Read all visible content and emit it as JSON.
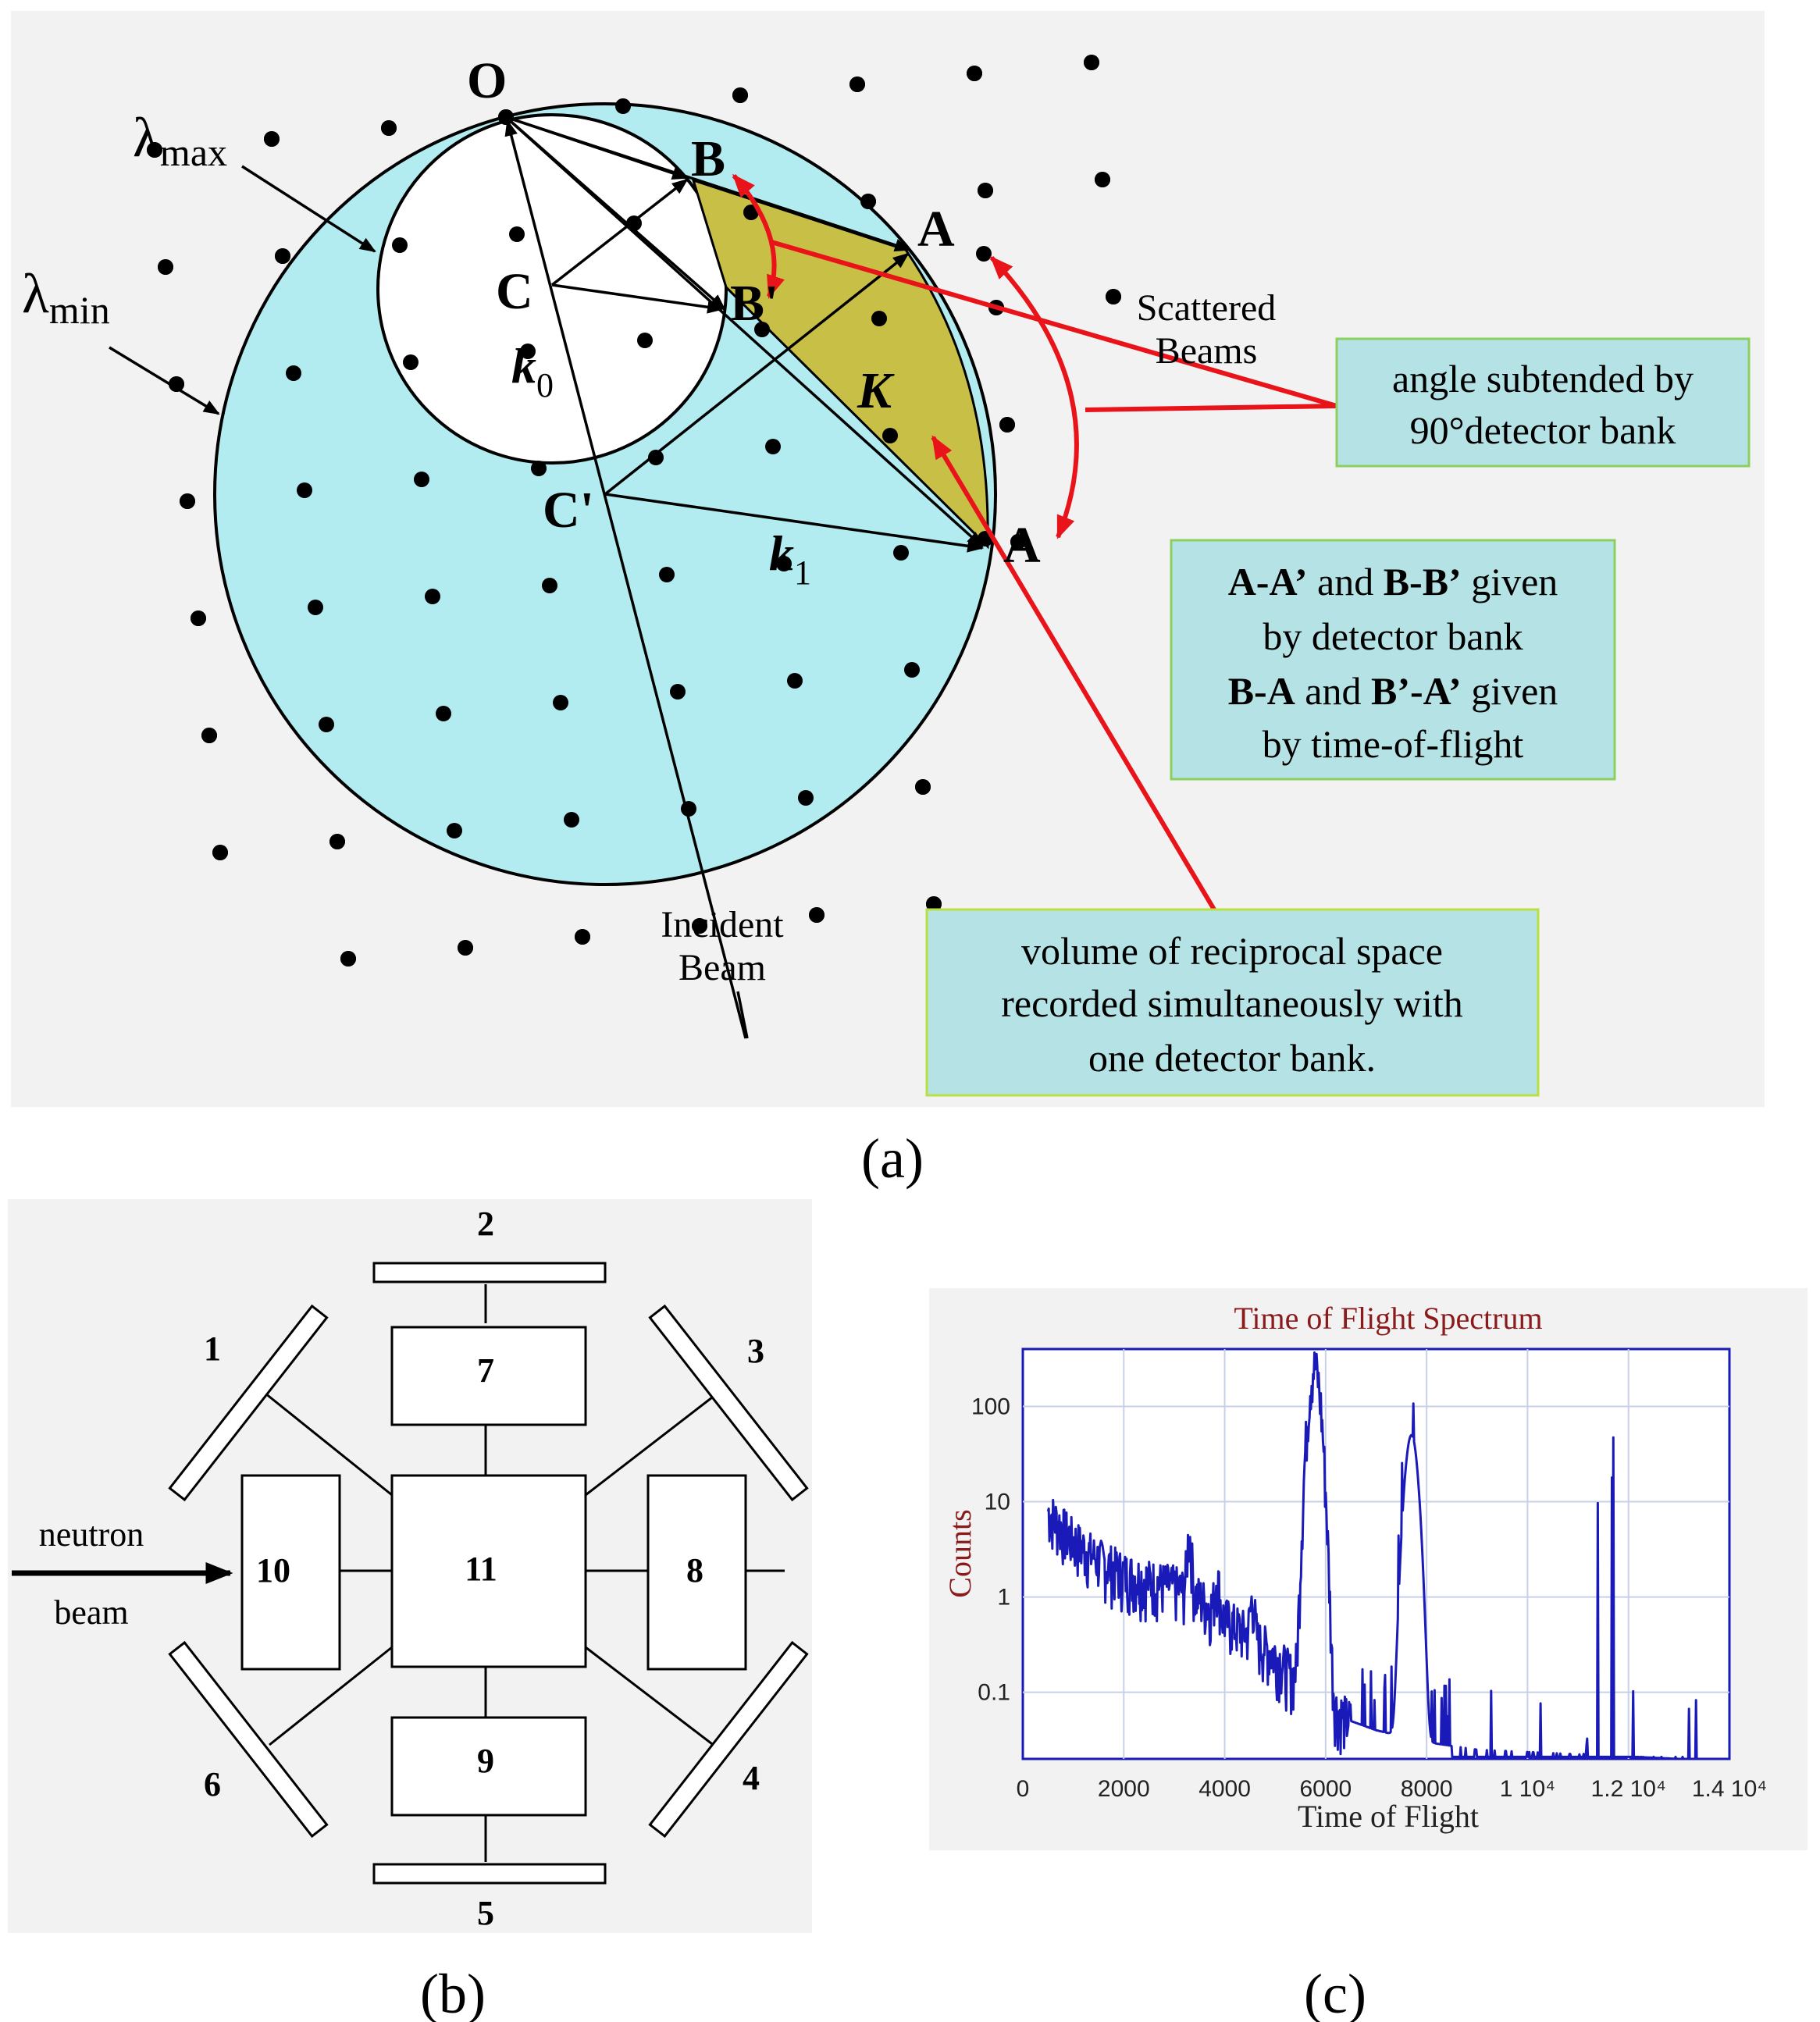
{
  "panel_a": {
    "caption": "(a)",
    "lambda_max_sym": "λ",
    "lambda_max_sub": "max",
    "lambda_min_sym": "λ",
    "lambda_min_sub": "min",
    "point_O": "O",
    "point_B": "B",
    "point_B_prime": "B'",
    "point_A": "A",
    "point_A_prime": "A",
    "point_C": "C",
    "point_C_prime": "C'",
    "k0_sym": "k",
    "k0_sub": "0",
    "k1_sym": "k",
    "k1_sub": "1",
    "K_label": "K",
    "scattered_line1": "Scattered",
    "scattered_line2": "Beams",
    "incident_line1": "Incident",
    "incident_line2": "Beam",
    "box_angle_line1": "angle subtended by",
    "box_angle_line2": "90°detector bank",
    "box_given": {
      "l1_bold1": "A-A’",
      "l1_mid": " and ",
      "l1_bold2": "B-B’",
      "l1_end": " given",
      "l2": "by detector bank",
      "l3_bold1": "B-A",
      "l3_mid": " and ",
      "l3_bold2": "B’-A’",
      "l3_end": " given",
      "l4": "by time-of-flight"
    },
    "box_volume_line1": "volume of reciprocal space",
    "box_volume_line2": "recorded simultaneously with",
    "box_volume_line3": "one detector bank.",
    "colors": {
      "sphere_fill": "#b2ecf0",
      "wedge_fill": "#c8c046",
      "arrow_red": "#e8141a",
      "box_fill": "#b5e3e5",
      "box_border": "#8ad060"
    }
  },
  "panel_b": {
    "caption": "(b)",
    "bank_labels": [
      "1",
      "2",
      "3",
      "4",
      "5",
      "6"
    ],
    "box_labels": [
      "7",
      "8",
      "9",
      "10",
      "11"
    ],
    "beam_line1": "neutron",
    "beam_line2": "beam"
  },
  "panel_c": {
    "caption": "(c)",
    "chart_data": {
      "type": "line",
      "title": "Time of Flight Spectrum",
      "xlabel": "Time of Flight",
      "ylabel": "Counts",
      "xlim": [
        0,
        14000
      ],
      "ylim": [
        0.02,
        400
      ],
      "yscale": "log",
      "x_tick_labels": [
        "0",
        "2000",
        "4000",
        "6000",
        "8000",
        "1 10⁴",
        "1.2 10⁴",
        "1.4 10⁴"
      ],
      "x_ticks": [
        0,
        2000,
        4000,
        6000,
        8000,
        10000,
        12000,
        14000
      ],
      "y_tick_labels": [
        "0.1",
        "1",
        "10",
        "100"
      ],
      "y_ticks": [
        0.1,
        1,
        10,
        100
      ],
      "grid": true,
      "series_color": "#1a1ab8",
      "peaks": [
        {
          "x": 3300,
          "y": 3.2
        },
        {
          "x": 3850,
          "y": 0.9
        },
        {
          "x": 4550,
          "y": 0.55
        },
        {
          "x": 5780,
          "y": 260
        },
        {
          "x": 7700,
          "y": 50
        },
        {
          "x": 11550,
          "y": 45
        }
      ],
      "background": [
        {
          "x": 500,
          "y": 8
        },
        {
          "x": 1000,
          "y": 4
        },
        {
          "x": 1500,
          "y": 2.5
        },
        {
          "x": 2000,
          "y": 1.8
        },
        {
          "x": 2500,
          "y": 1.5
        },
        {
          "x": 3000,
          "y": 1.3
        },
        {
          "x": 3500,
          "y": 1.0
        },
        {
          "x": 4000,
          "y": 0.6
        },
        {
          "x": 4500,
          "y": 0.4
        },
        {
          "x": 5000,
          "y": 0.25
        },
        {
          "x": 5500,
          "y": 0.12
        },
        {
          "x": 6000,
          "y": 0.08
        },
        {
          "x": 6500,
          "y": 0.05
        },
        {
          "x": 7000,
          "y": 0.04
        },
        {
          "x": 8000,
          "y": 0.03
        },
        {
          "x": 9000,
          "y": 0.025
        },
        {
          "x": 13000,
          "y": 0.02
        }
      ]
    }
  }
}
